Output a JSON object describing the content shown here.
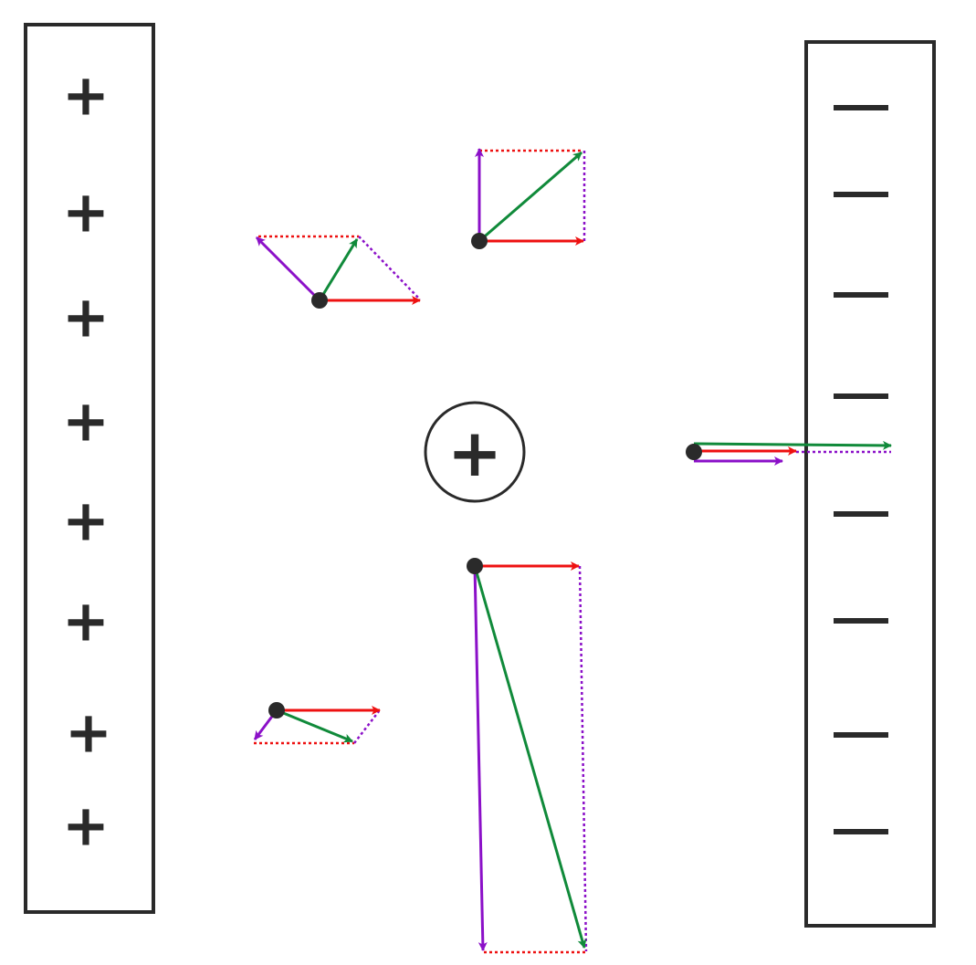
{
  "plates": {
    "positive": {
      "sign": "+",
      "count": 8
    },
    "negative": {
      "sign": "—",
      "count": 8
    }
  },
  "central_charge": {
    "sign": "+"
  },
  "colors": {
    "plate_field": "#ee1111",
    "charge_field": "#8b10c8",
    "net_field": "#108a3a",
    "outline": "#2a2a2a",
    "point": "#2a2a2a"
  },
  "legend_semantics": {
    "red": "field from plates",
    "purple": "field from central charge",
    "green": "resultant field"
  }
}
